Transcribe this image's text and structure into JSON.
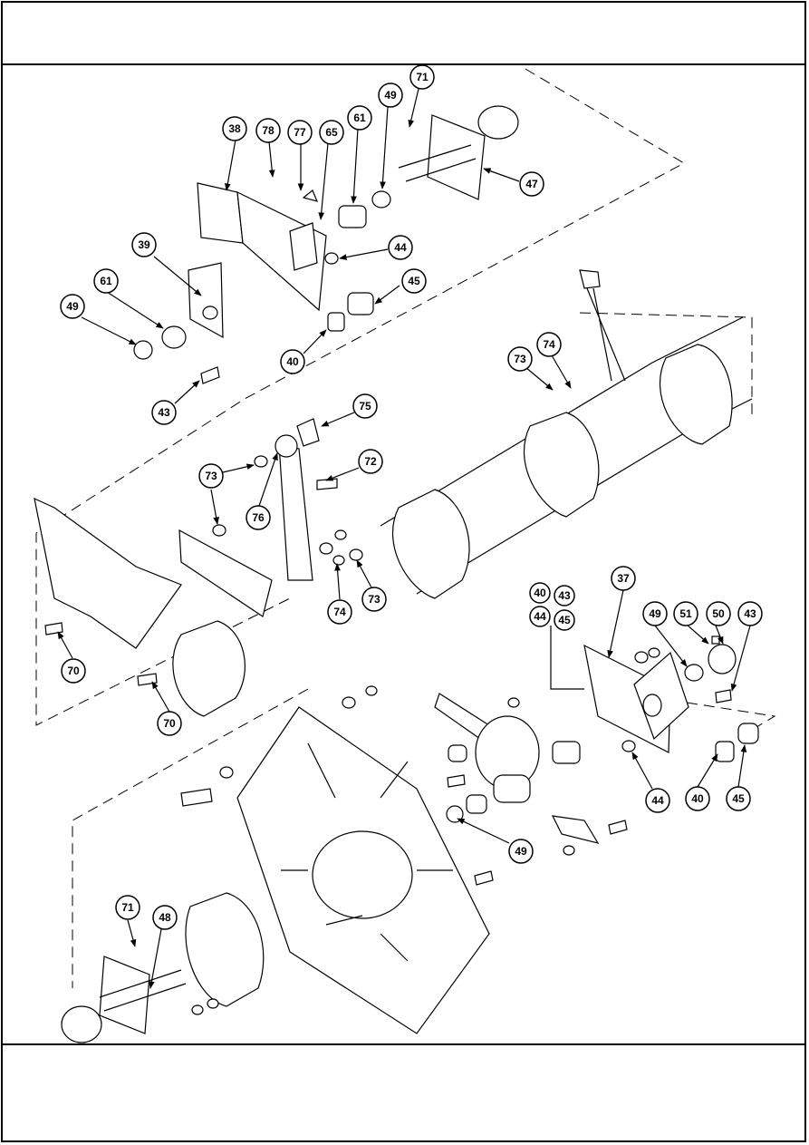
{
  "diagram": {
    "callouts": [
      {
        "id": "c71a",
        "label": "71"
      },
      {
        "id": "c49a",
        "label": "49"
      },
      {
        "id": "c61a",
        "label": "61"
      },
      {
        "id": "c65",
        "label": "65"
      },
      {
        "id": "c77",
        "label": "77"
      },
      {
        "id": "c78",
        "label": "78"
      },
      {
        "id": "c38",
        "label": "38"
      },
      {
        "id": "c47",
        "label": "47"
      },
      {
        "id": "c44a",
        "label": "44"
      },
      {
        "id": "c39",
        "label": "39"
      },
      {
        "id": "c61b",
        "label": "61"
      },
      {
        "id": "c49b",
        "label": "49"
      },
      {
        "id": "c45a",
        "label": "45"
      },
      {
        "id": "c40a",
        "label": "40"
      },
      {
        "id": "c43a",
        "label": "43"
      },
      {
        "id": "c74a",
        "label": "74"
      },
      {
        "id": "c73a",
        "label": "73"
      },
      {
        "id": "c75",
        "label": "75"
      },
      {
        "id": "c73b",
        "label": "73"
      },
      {
        "id": "c72",
        "label": "72"
      },
      {
        "id": "c76",
        "label": "76"
      },
      {
        "id": "c74b",
        "label": "74"
      },
      {
        "id": "c73c",
        "label": "73"
      },
      {
        "id": "c70a",
        "label": "70"
      },
      {
        "id": "c70b",
        "label": "70"
      },
      {
        "id": "c37",
        "label": "37"
      },
      {
        "id": "c40b",
        "label": "40"
      },
      {
        "id": "c43b",
        "label": "43"
      },
      {
        "id": "c44b",
        "label": "44"
      },
      {
        "id": "c45b",
        "label": "45"
      },
      {
        "id": "c49c",
        "label": "49"
      },
      {
        "id": "c51",
        "label": "51"
      },
      {
        "id": "c50",
        "label": "50"
      },
      {
        "id": "c43c",
        "label": "43"
      },
      {
        "id": "c44c",
        "label": "44"
      },
      {
        "id": "c40c",
        "label": "40"
      },
      {
        "id": "c45c",
        "label": "45"
      },
      {
        "id": "c49d",
        "label": "49"
      },
      {
        "id": "c71b",
        "label": "71"
      },
      {
        "id": "c48",
        "label": "48"
      }
    ]
  }
}
